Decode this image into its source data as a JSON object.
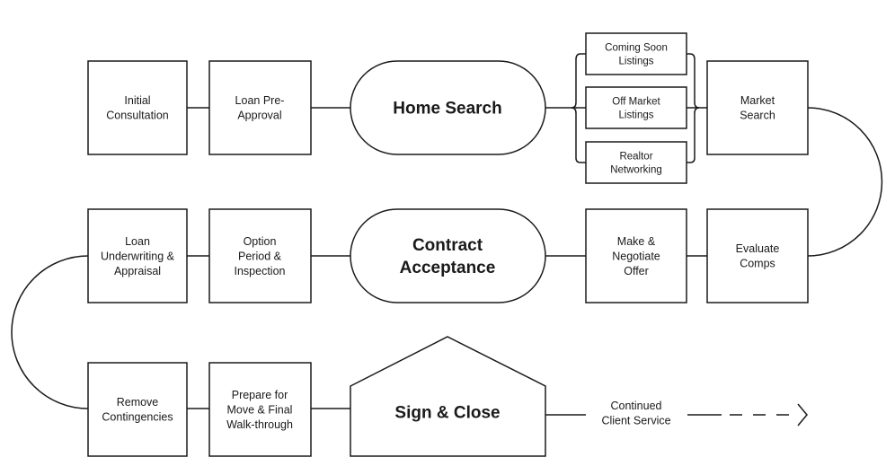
{
  "steps": {
    "initial_consultation": [
      "Initial",
      "Consultation"
    ],
    "loan_preapproval": [
      "Loan Pre-",
      "Approval"
    ],
    "home_search": [
      "Home Search"
    ],
    "coming_soon": [
      "Coming Soon",
      "Listings"
    ],
    "off_market": [
      "Off Market",
      "Listings"
    ],
    "realtor_networking": [
      "Realtor",
      "Networking"
    ],
    "market_search": [
      "Market",
      "Search"
    ],
    "evaluate_comps": [
      "Evaluate",
      "Comps"
    ],
    "make_offer": [
      "Make &",
      "Negotiate",
      "Offer"
    ],
    "contract_acceptance": [
      "Contract",
      "Acceptance"
    ],
    "option_period": [
      "Option",
      "Period &",
      "Inspection"
    ],
    "loan_underwriting": [
      "Loan",
      "Underwriting &",
      "Appraisal"
    ],
    "remove_contingencies": [
      "Remove",
      "Contingencies"
    ],
    "prepare_move": [
      "Prepare for",
      "Move & Final",
      "Walk-through"
    ],
    "sign_close": [
      "Sign & Close"
    ],
    "continued_service": [
      "Continued",
      "Client Service"
    ]
  }
}
